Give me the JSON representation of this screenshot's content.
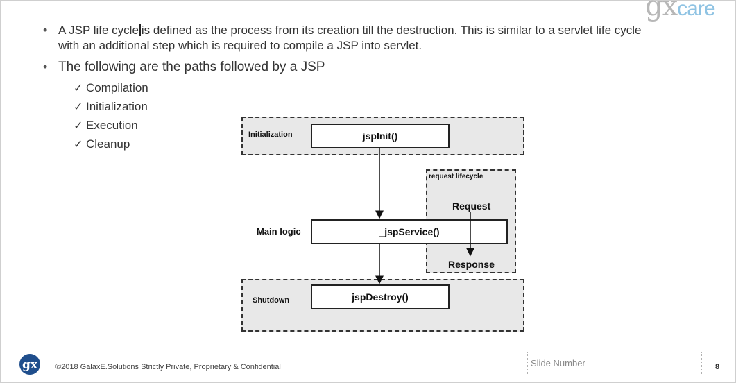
{
  "brand": {
    "logo_prefix": "gx",
    "logo_suffix": "care"
  },
  "bullets": [
    {
      "text_before_cursor": "A JSP life cycle",
      "text_after_cursor": "is defined as the process from its creation till the destruction. This is similar to a servlet life cycle",
      "line2": "with an additional step which is required to compile a JSP into servlet."
    },
    {
      "text": "The following are the paths followed by a JSP"
    }
  ],
  "paths": [
    "Compilation",
    "Initialization",
    "Execution",
    "Cleanup"
  ],
  "check_glyph": "✓",
  "bullet_glyph": "•",
  "diagram": {
    "initialization_label": "Initialization",
    "jspinit": "jspInit()",
    "request_lifecycle_label": "request lifecycle",
    "request": "Request",
    "main_logic_label": "Main logic",
    "jspservice": "_jspService()",
    "response": "Response",
    "shutdown_label": "Shutdown",
    "jspdestroy": "jspDestroy()"
  },
  "footer": {
    "copyright": "©2018 GalaxE.Solutions Strictly Private, Proprietary & Confidential",
    "slide_number_placeholder": "Slide Number",
    "page_number": "8"
  },
  "colors": {
    "logo_blue": "#8fc3e3",
    "logo_gray": "#b7b7b7",
    "footer_logo": "#1f4e8c",
    "box_fill": "#e8e8e8"
  }
}
